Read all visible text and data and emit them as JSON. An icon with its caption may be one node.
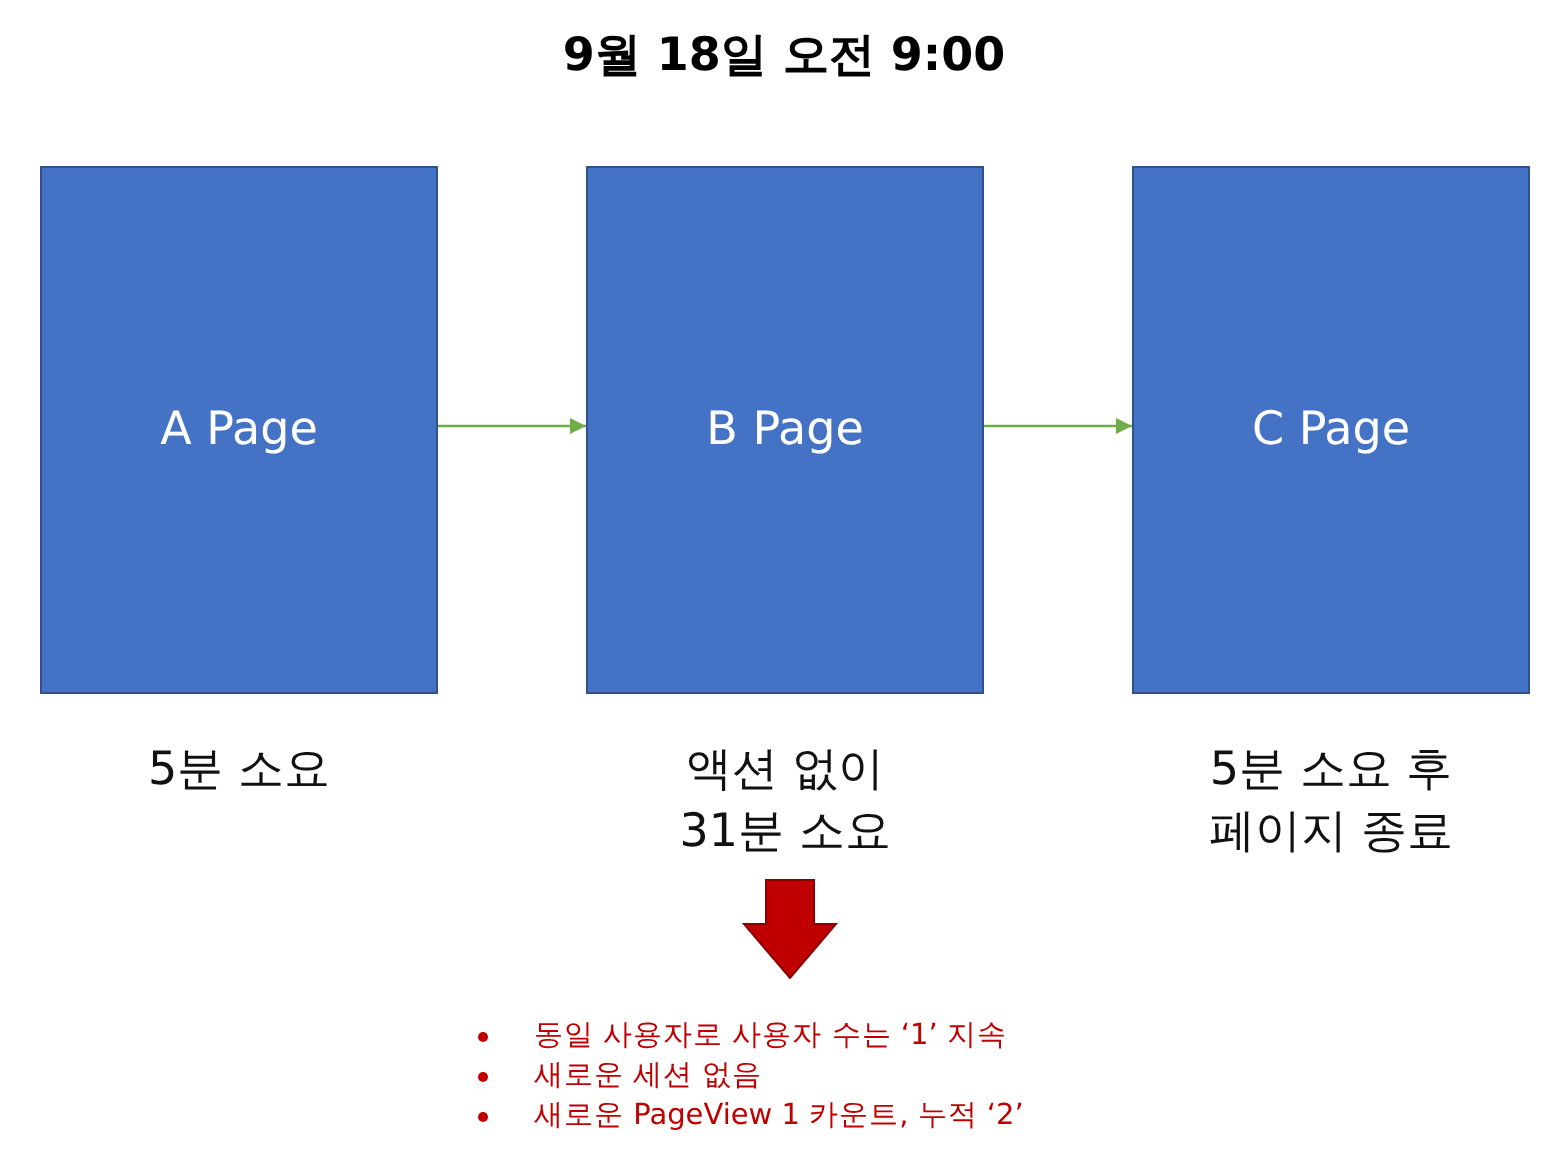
{
  "diagram": {
    "title": "9월 18일 오전 9:00",
    "nodes": [
      {
        "text": [
          "A Page"
        ],
        "beside": [
          "5분 소요"
        ]
      },
      {
        "text": [
          "B Page"
        ],
        "beside": [
          "액션 없이 31분 소요"
        ]
      },
      {
        "text": [
          "C Page"
        ],
        "beside": [
          "5분 소요 후 페이지 종료"
        ]
      }
    ],
    "edges": [
      {
        "from": 0,
        "to": 1,
        "arrow": "to"
      },
      {
        "from": 1,
        "to": 2,
        "arrow": "to"
      }
    ],
    "labels": [
      "동일 사용자로 사용자 수는 ‘1’ 지속",
      "새로운 세션 없음",
      "새로운 PageView 1 카운트, 누적 ‘2’"
    ]
  }
}
